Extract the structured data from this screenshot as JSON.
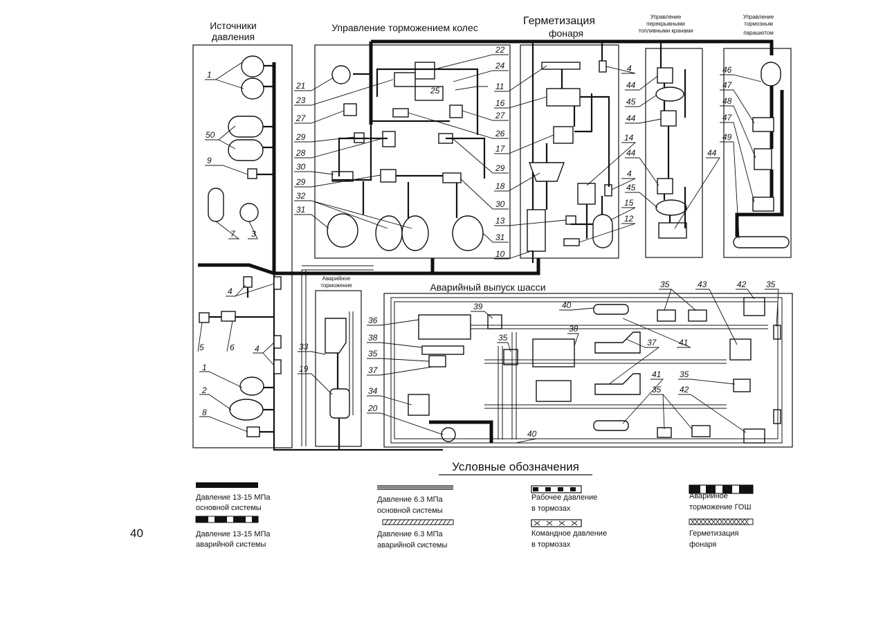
{
  "page_number": "40",
  "sections": {
    "pressure_sources": [
      "Источники",
      "давления"
    ],
    "wheel_braking": "Управление торможением колес",
    "canopy_sealing": [
      "Герметизация",
      "фонаря"
    ],
    "fuel_valves": [
      "Управление",
      "перекрывными",
      "топливными кранами"
    ],
    "brake_chute": [
      "Управление",
      "тормозным",
      "парашютом"
    ],
    "emergency_braking": [
      "Аварийное",
      "торможение"
    ],
    "gear_release": "Аварийный выпуск шасси"
  },
  "legend": {
    "title": "Условные обозначения",
    "items": [
      {
        "key": "main_high",
        "lines": [
          "Давление 13-15 МПа",
          "основной системы"
        ],
        "pattern": "solid-thick"
      },
      {
        "key": "emerg_high",
        "lines": [
          "Давление 13-15 МПа",
          "аварийной системы"
        ],
        "pattern": "dash-thick"
      },
      {
        "key": "main_low",
        "lines": [
          "Давление 6.3 МПа",
          "основной системы"
        ],
        "pattern": "double-line"
      },
      {
        "key": "emerg_low",
        "lines": [
          "Давление 6.3 МПа",
          "аварийной системы"
        ],
        "pattern": "hatched"
      },
      {
        "key": "work_brake",
        "lines": [
          "Рабочее давление",
          "в тормозах"
        ],
        "pattern": "double-ticks"
      },
      {
        "key": "cmd_brake",
        "lines": [
          "Командное давление",
          "в тормозах"
        ],
        "pattern": "double-cross"
      },
      {
        "key": "emerg_chute",
        "lines": [
          "Аварийное",
          "торможение ГОШ"
        ],
        "pattern": "block-dash"
      },
      {
        "key": "canopy",
        "lines": [
          "Герметизация",
          "фонаря"
        ],
        "pattern": "crosshatch"
      }
    ]
  },
  "labels": {
    "n1a": "1",
    "n50": "50",
    "n9": "9",
    "n7": "7",
    "n3": "3",
    "n4a": "4",
    "n5": "5",
    "n6": "6",
    "n4b": "4",
    "n1b": "1",
    "n2": "2",
    "n8": "8",
    "n21": "21",
    "n23": "23",
    "n27a": "27",
    "n29a": "29",
    "n28": "28",
    "n30a": "30",
    "n29b": "29",
    "n32": "32",
    "n31a": "31",
    "n22": "22",
    "n24": "24",
    "n25": "25",
    "n27b": "27",
    "n26": "26",
    "n29c": "29",
    "n30b": "30",
    "n31b": "31",
    "n11": "11",
    "n16": "16",
    "n17": "17",
    "n18": "18",
    "n13": "13",
    "n10": "10",
    "n4c": "4",
    "n14": "14",
    "n4d": "4",
    "n15": "15",
    "n12": "12",
    "n44a": "44",
    "n45a": "45",
    "n44b": "44",
    "n44c": "44",
    "n45b": "45",
    "n44d": "44",
    "n46": "46",
    "n47a": "47",
    "n48": "48",
    "n47b": "47",
    "n49": "49",
    "n33": "33",
    "n19": "19",
    "n36": "36",
    "n38a": "38",
    "n35a": "35",
    "n37a": "37",
    "n34": "34",
    "n20": "20",
    "n39": "39",
    "n35b": "35",
    "n40a": "40",
    "n38b": "38",
    "n40b": "40",
    "n35c": "35",
    "n43": "43",
    "n42a": "42",
    "n35d": "35",
    "n37b": "37",
    "n41a": "41",
    "n41b": "41",
    "n35e": "35",
    "n35f": "35",
    "n42b": "42"
  }
}
